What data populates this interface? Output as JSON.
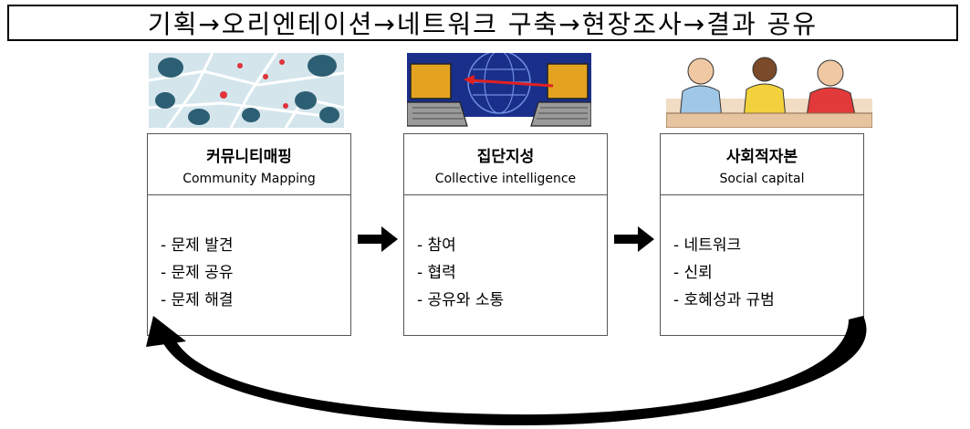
{
  "title": "기획→오리엔테이션→네트워크 구축→현장조사→결과 공유",
  "cards": [
    {
      "title": "커뮤니티매핑",
      "subtitle": "Community Mapping",
      "items": [
        "- 문제 발견",
        "- 문제 공유",
        "- 문제 해결"
      ]
    },
    {
      "title": "집단지성",
      "subtitle": "Collective intelligence",
      "items": [
        "- 참여",
        "- 협력",
        "- 공유와 소통"
      ]
    },
    {
      "title": "사회적자본",
      "subtitle": "Social capital",
      "items": [
        "- 네트워크",
        "- 신뢰",
        "- 호혜성과 규범"
      ]
    }
  ],
  "images": [
    "map-pins-illustration",
    "networked-laptops-globe-illustration",
    "people-meeting-illustration"
  ],
  "colors": {
    "map_bg": "#cfe3ea",
    "map_bubble": "#2d5f74",
    "globe_bg": "#1a2f8a",
    "laptop": "#e3a321",
    "meeting_bg": "#f1dcc4"
  }
}
